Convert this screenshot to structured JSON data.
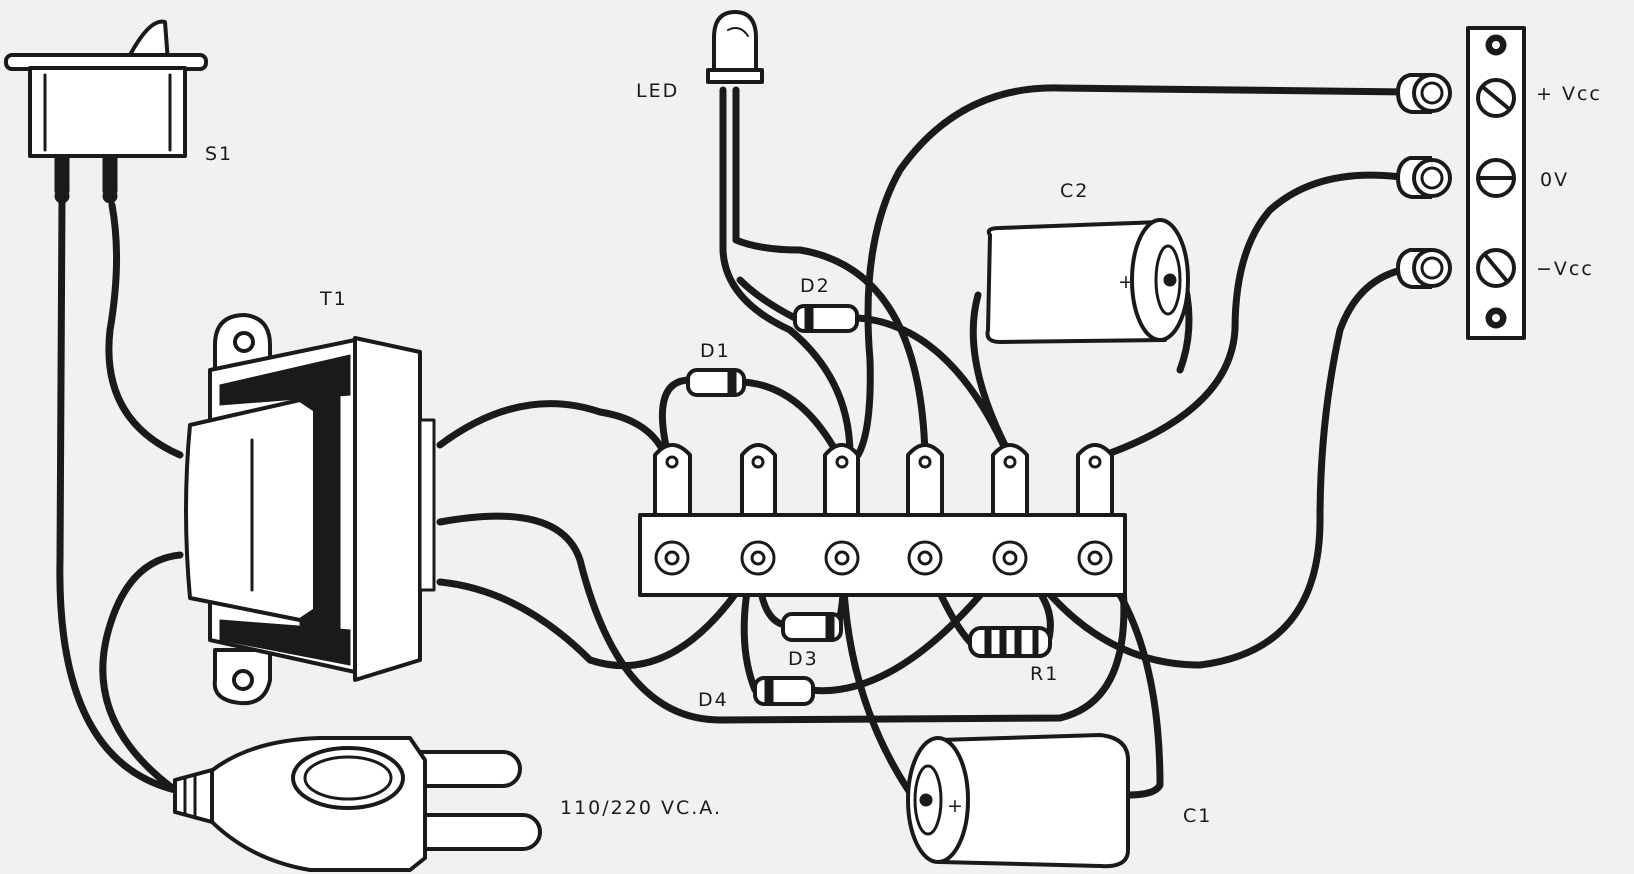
{
  "labels": {
    "s1": "S1",
    "t1": "T1",
    "led": "LED",
    "d1": "D1",
    "d2": "D2",
    "d3": "D3",
    "d4": "D4",
    "r1": "R1",
    "c1": "C1",
    "c2": "C2",
    "mains": "110/220 VC.A.",
    "pos_vcc": "+ Vcc",
    "zero_v": "0V",
    "neg_vcc": "−Vcc",
    "c1_plus": "+",
    "c2_plus": "+"
  }
}
